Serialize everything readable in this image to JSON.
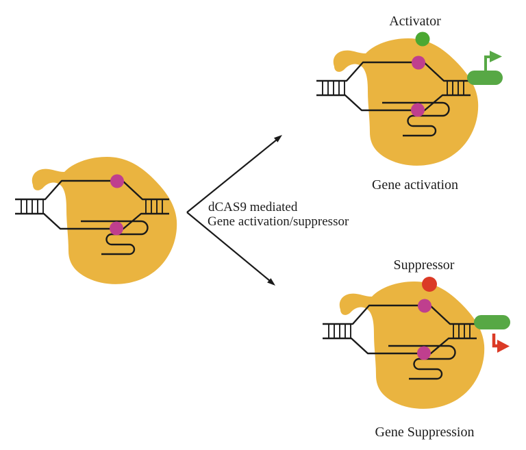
{
  "diagram": {
    "type": "pathway-schematic",
    "subject": "dCAS9 mediated gene regulation",
    "branches": [
      {
        "modulator": "Activator",
        "outcome": "Gene activation",
        "transcription": "on"
      },
      {
        "modulator": "Suppressor",
        "outcome": "Gene Suppression",
        "transcription": "off"
      }
    ]
  },
  "labels": {
    "activator": "Activator",
    "gene_activation": "Gene activation",
    "suppressor": "Suppressor",
    "gene_suppression": "Gene Suppression",
    "center_line1": "dCAS9 mediated",
    "center_line2": "Gene activation/suppressor"
  },
  "colors": {
    "protein": "#EAB440",
    "mutation_dot": "#BF3F8E",
    "activator": "#4BA832",
    "gene_box": "#57A845",
    "transcription_on": "#57A845",
    "suppressor": "#DB3A26",
    "transcription_off": "#DB3A26",
    "line": "#1A1A1A",
    "text": "#1C1C1C",
    "background": "#FFFFFF"
  },
  "icons": {
    "activator_dot": "filled-circle",
    "suppressor_dot": "filled-circle",
    "mutation_dot": "filled-circle",
    "transcription_on": "bent-arrow-up-right",
    "transcription_off": "bent-arrow-down-right",
    "gene_box": "rounded-rectangle"
  }
}
